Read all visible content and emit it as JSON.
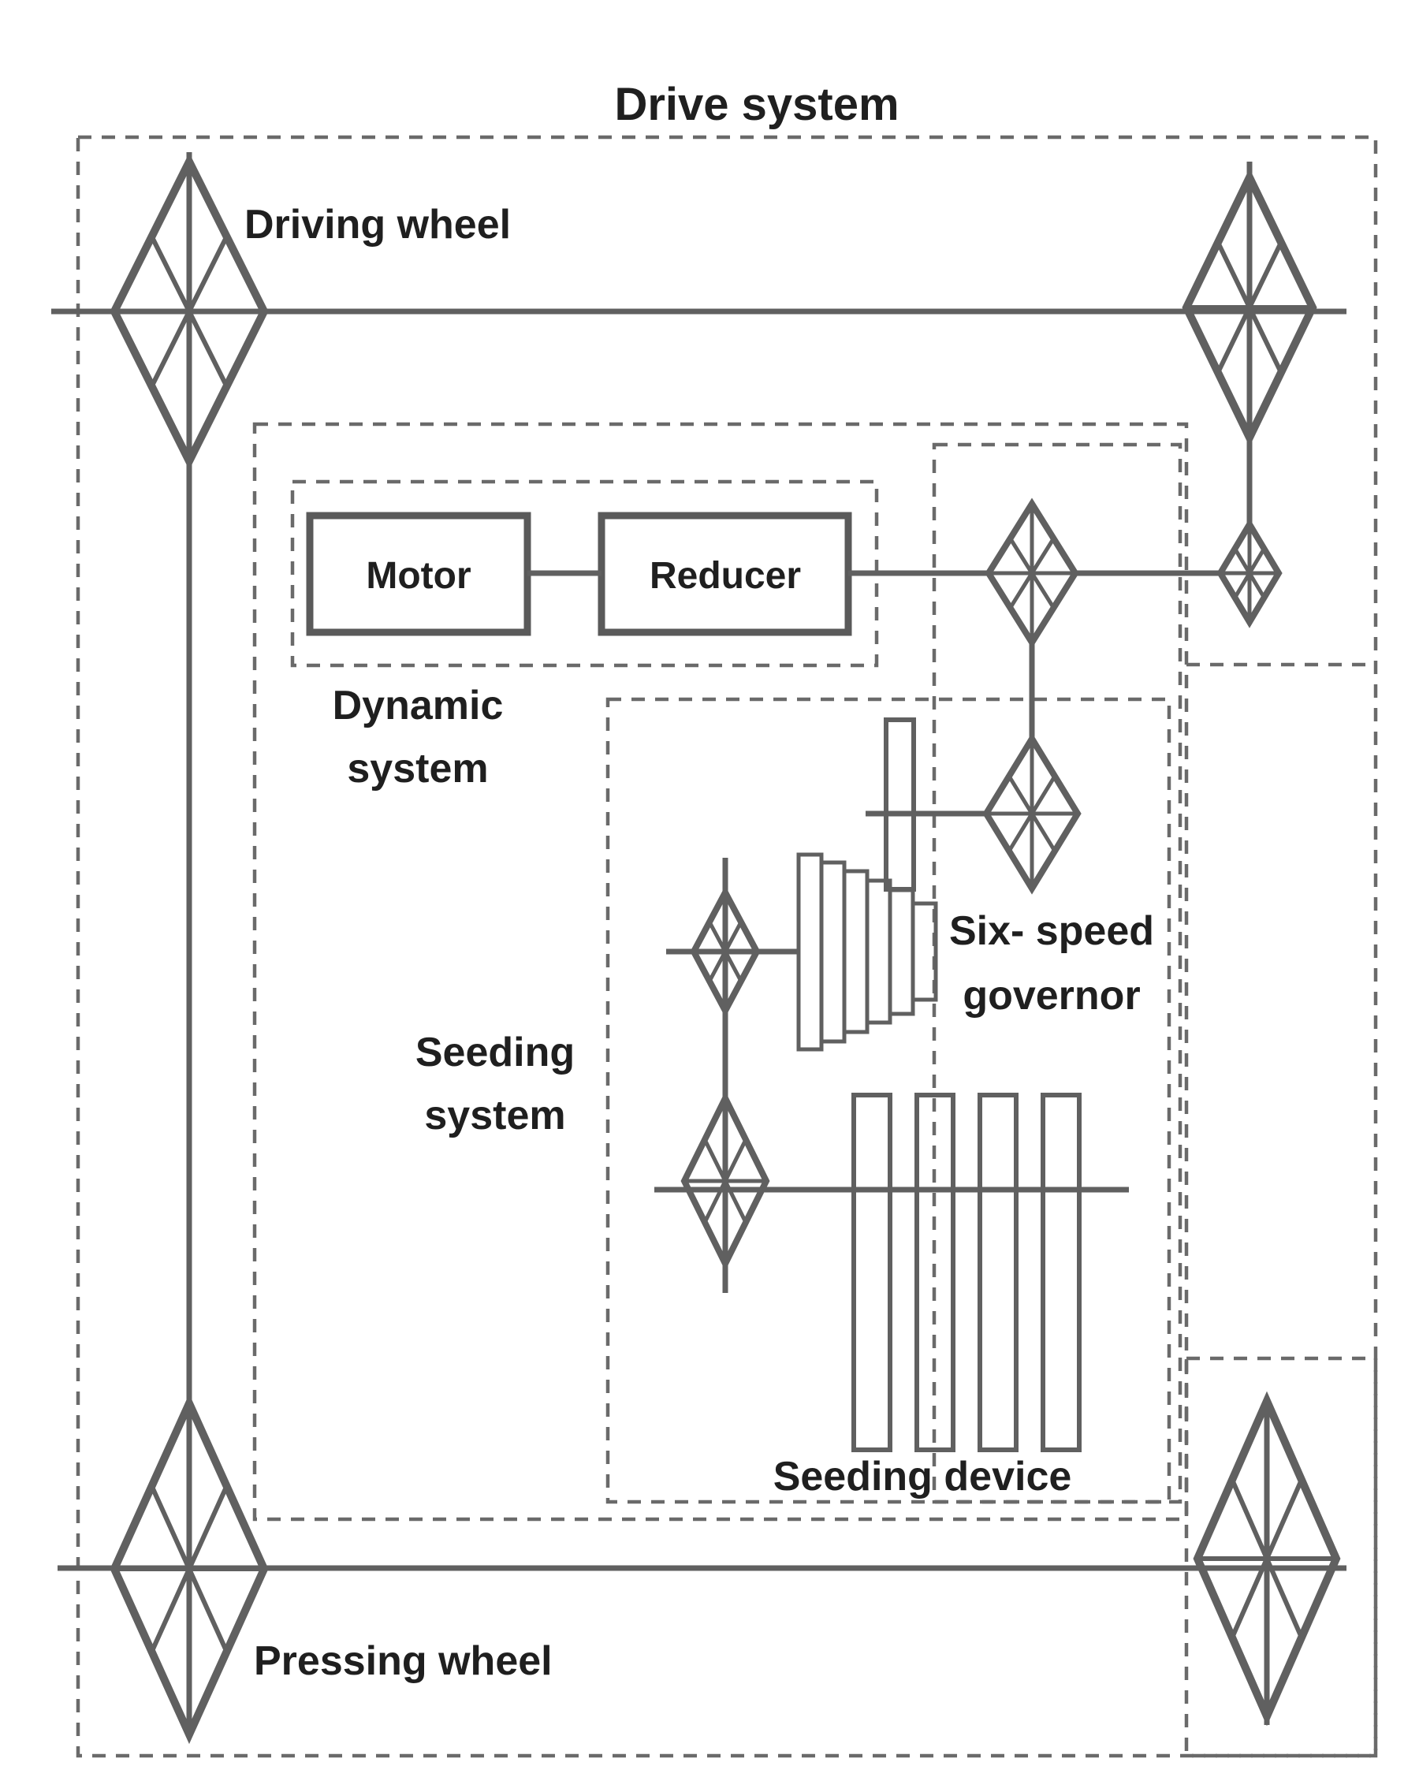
{
  "diagram": {
    "title": "Drive system",
    "labels": {
      "driving_wheel": "Driving wheel",
      "pressing_wheel": "Pressing wheel",
      "motor": "Motor",
      "reducer": "Reducer",
      "dynamic_line1": "Dynamic",
      "dynamic_line2": "system",
      "seeding_line1": "Seeding",
      "seeding_line2": "system",
      "governor_line1": "Six- speed",
      "governor_line2": "governor",
      "seeding_device": "Seeding device"
    },
    "colors": {
      "line": "#606060",
      "dashed_line": "#6a6a6a",
      "text": "#1f1f1f",
      "background": "#ffffff"
    }
  }
}
